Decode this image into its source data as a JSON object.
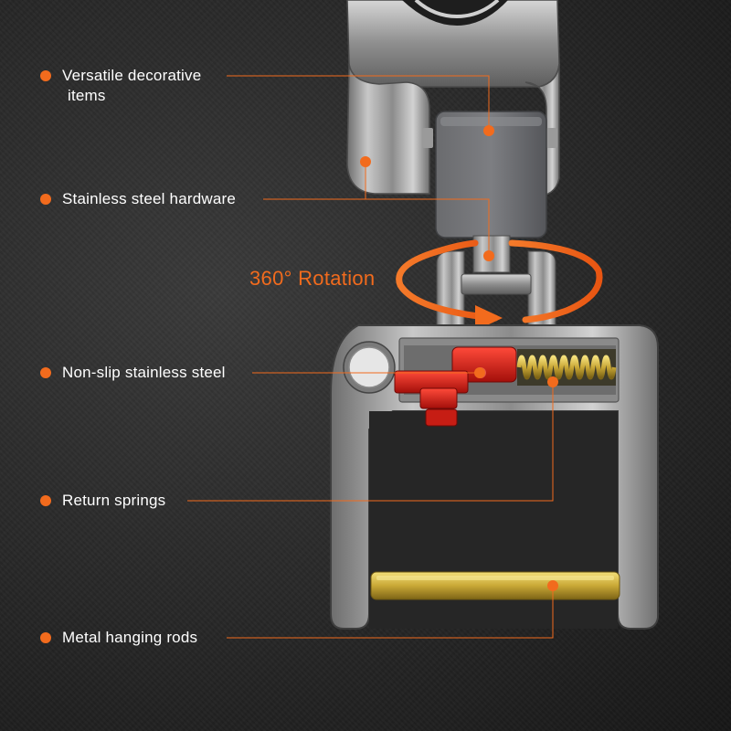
{
  "colors": {
    "accent": "#f26b1d",
    "text": "#ffffff",
    "background": "#262626"
  },
  "labels": [
    {
      "id": "versatile",
      "line1": "Versatile decorative",
      "line2": "items"
    },
    {
      "id": "stainless",
      "line1": "Stainless steel hardware"
    },
    {
      "id": "nonslip",
      "line1": "Non-slip stainless steel"
    },
    {
      "id": "springs",
      "line1": "Return springs"
    },
    {
      "id": "rods",
      "line1": "Metal hanging rods"
    }
  ],
  "rotation_label": "360° Rotation"
}
